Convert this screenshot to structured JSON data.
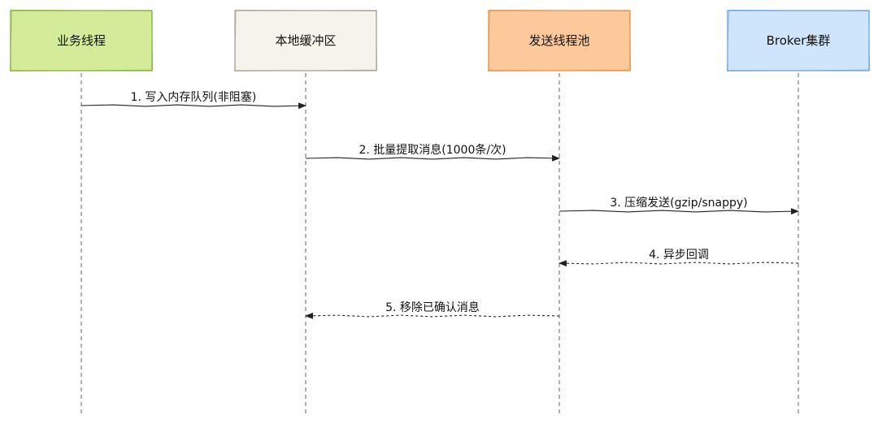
{
  "participants": [
    {
      "label": "业务线程",
      "fill": "#d4ec9a",
      "stroke": "#83b23a"
    },
    {
      "label": "本地缓冲区",
      "fill": "#f6f3ea",
      "stroke": "#a8a292"
    },
    {
      "label": "发送线程池",
      "fill": "#fdc99a",
      "stroke": "#e0944c"
    },
    {
      "label": "Broker集群",
      "fill": "#cfe5fb",
      "stroke": "#6fa6d8"
    }
  ],
  "messages": [
    {
      "from": 0,
      "to": 1,
      "label": "1. 写入内存队列(非阻塞)",
      "style": "solid"
    },
    {
      "from": 1,
      "to": 2,
      "label": "2. 批量提取消息(1000条/次)",
      "style": "solid"
    },
    {
      "from": 2,
      "to": 3,
      "label": "3. 压缩发送(gzip/snappy)",
      "style": "solid"
    },
    {
      "from": 3,
      "to": 2,
      "label": "4. 异步回调",
      "style": "dashed"
    },
    {
      "from": 2,
      "to": 1,
      "label": "5. 移除已确认消息",
      "style": "dashed"
    }
  ],
  "colors": {
    "line": "#222222",
    "lifeline": "#666666"
  }
}
